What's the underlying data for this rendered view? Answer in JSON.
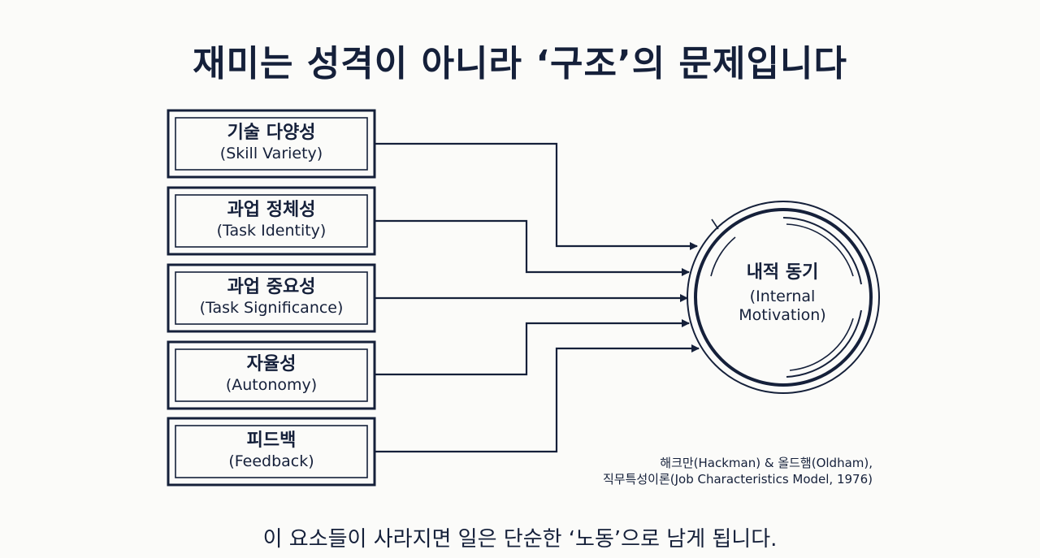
{
  "title": "재미는 성격이 아니라 ‘구조’의 문제입니다",
  "factors": [
    {
      "ko": "기술 다양성",
      "en": "(Skill Variety)"
    },
    {
      "ko": "과업 정체성",
      "en": "(Task Identity)"
    },
    {
      "ko": "과업 중요성",
      "en": "(Task Significance)"
    },
    {
      "ko": "자율성",
      "en": "(Autonomy)"
    },
    {
      "ko": "피드백",
      "en": "(Feedback)"
    }
  ],
  "outcome": {
    "ko": "내적 동기",
    "en_line1": "(Internal",
    "en_line2": "Motivation)"
  },
  "citation": {
    "line1": "해크만(Hackman) & 올드햄(Oldham),",
    "line2": "직무특성이론(Job Characteristics Model, 1976)"
  },
  "footer": "이 요소들이 사라지면 일은 단순한 ‘노동’으로 남게 됩니다.",
  "colors": {
    "ink": "#15203a",
    "background": "#fbfbf9"
  }
}
